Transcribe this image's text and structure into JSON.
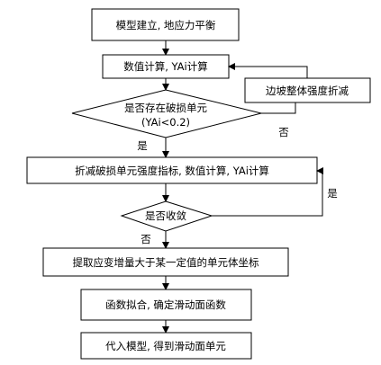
{
  "nodes": {
    "model_setup": "模型建立, 地应力平衡",
    "numeric_calc": "数值计算, YAi计算",
    "slope_reduction": "边坡整体强度折减",
    "damage_decision_line1": "是否存在破损单元",
    "damage_decision_line2": "(YAi<0.2)",
    "reduce_damaged": "折减破损单元强度指标, 数值计算, YAi计算",
    "converge_decision": "是否收敛",
    "extract_coords": "提取应变增量大于某一定值的单元体坐标",
    "fit_function": "函数拟合, 确定滑动面函数",
    "output_units": "代入模型, 得到滑动面单元"
  },
  "edges": {
    "damage_no": "否",
    "damage_yes": "是",
    "converge_yes": "是",
    "converge_no": "否"
  }
}
